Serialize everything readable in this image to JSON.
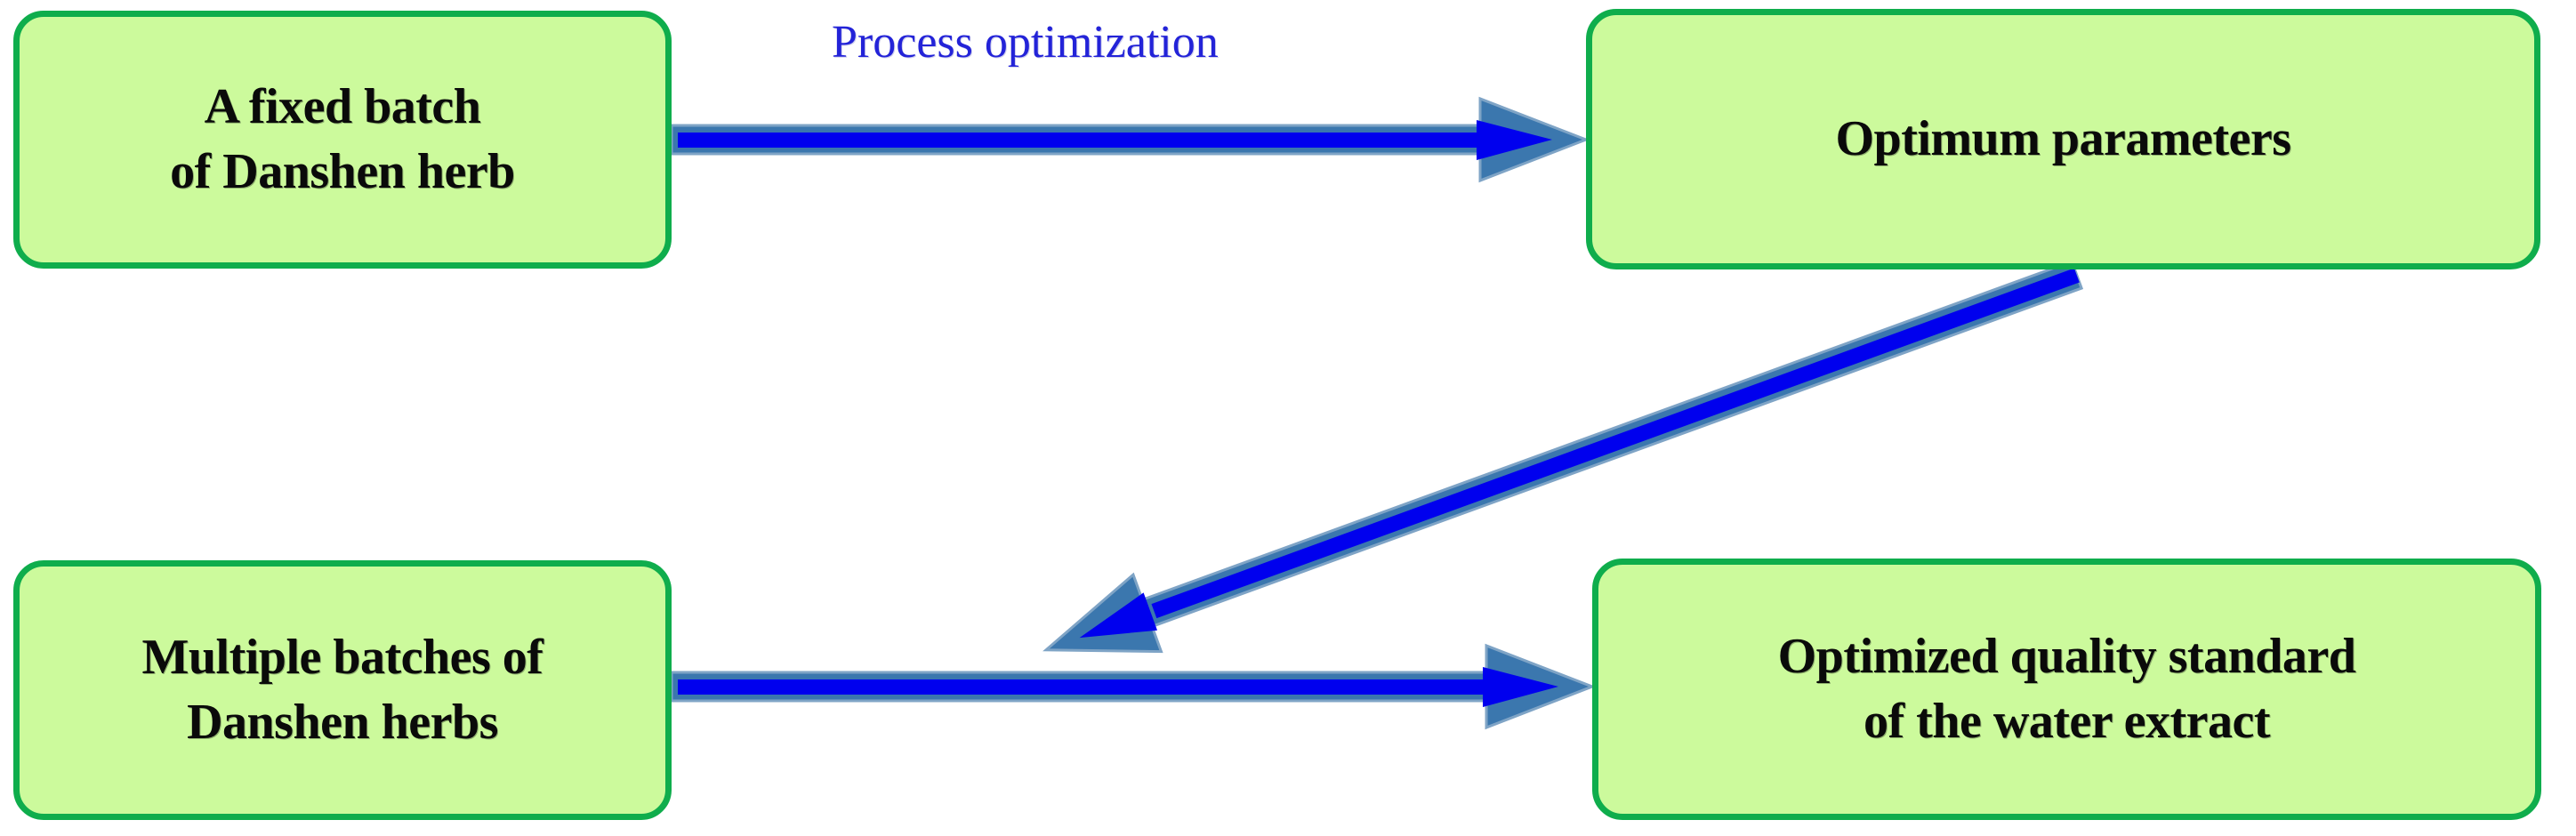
{
  "diagram": {
    "title": "Danshen herb water extract process optimization flow",
    "background_color": "#ffffff",
    "node_fill_color": "#ccfa9c",
    "node_border_color": "#0fad4c",
    "arrow_fill_color": "#0000ee",
    "arrow_outline_color": "#3b77ae",
    "label_color": "#2323d8",
    "text_color": "#0a0a0a"
  },
  "nodes": {
    "fixed_batch": {
      "line1": "A fixed batch",
      "line2": "of Danshen herb"
    },
    "optimum_parameters": {
      "line1": "Optimum parameters",
      "line2": ""
    },
    "multiple_batches": {
      "line1": "Multiple batches of",
      "line2": "Danshen herbs"
    },
    "quality_standard": {
      "line1": "Optimized quality standard",
      "line2": "of the water extract"
    }
  },
  "edges": {
    "top_arrow": {
      "label": "Process optimization",
      "from": "fixed_batch",
      "to": "optimum_parameters",
      "direction": "right"
    },
    "diagonal_arrow": {
      "label": "",
      "from": "optimum_parameters",
      "to": "multiple_batches",
      "direction": "down-left"
    },
    "bottom_arrow": {
      "label": "",
      "from": "multiple_batches",
      "to": "quality_standard",
      "direction": "right"
    }
  }
}
